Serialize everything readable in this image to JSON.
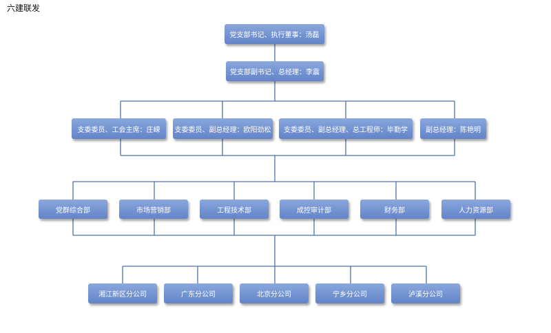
{
  "title": "六建联发",
  "leadership": [
    "党支部书记、执行董事：汤磊",
    "党支部副书记、总经理：李震"
  ],
  "deputies": [
    "支委委员、工会主席：庄嵘",
    "支委委员、副总经理：欧阳劲松",
    "支委委员、副总经理、总工程师：毕勤学",
    "副总经理：陈艳明"
  ],
  "departments": [
    "党群综合部",
    "市场营销部",
    "工程技术部",
    "成控审计部",
    "财务部",
    "人力资源部"
  ],
  "branches": [
    "湘江新区分公司",
    "广东分公司",
    "北京分公司",
    "宁乡分公司",
    "泸溪分公司"
  ],
  "colors": {
    "box": "#7393d2",
    "line": "#4a72a8",
    "text": "#ffffff"
  }
}
